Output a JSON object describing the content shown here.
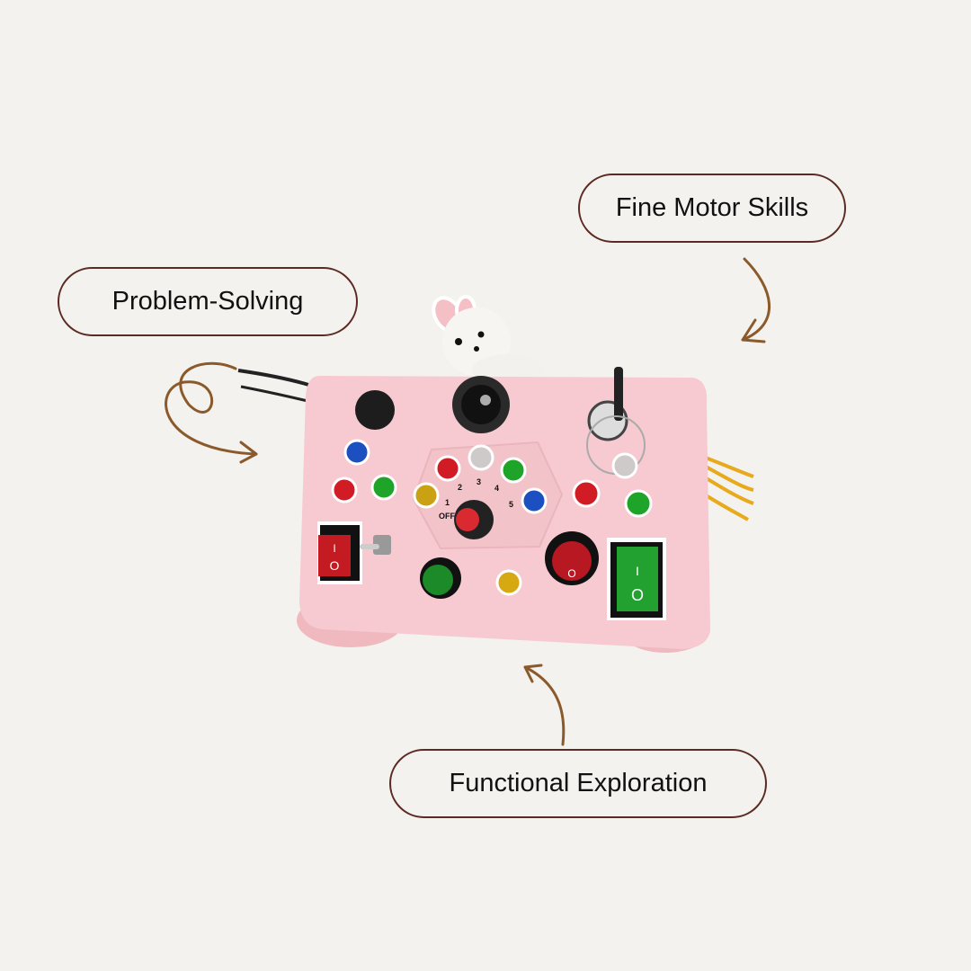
{
  "labels": {
    "fine_motor": "Fine Motor Skills",
    "problem_solving": "Problem-Solving",
    "functional": "Functional Exploration"
  },
  "toy": {
    "dial_labels": [
      "OFF",
      "1",
      "2",
      "3",
      "4",
      "5"
    ],
    "switch_on": "I",
    "switch_off": "O"
  },
  "colors": {
    "background": "#f3f2ee",
    "pill_border": "#5b2a22",
    "arrow": "#8b5a2b",
    "toy_pink": "#f4c9cf"
  }
}
